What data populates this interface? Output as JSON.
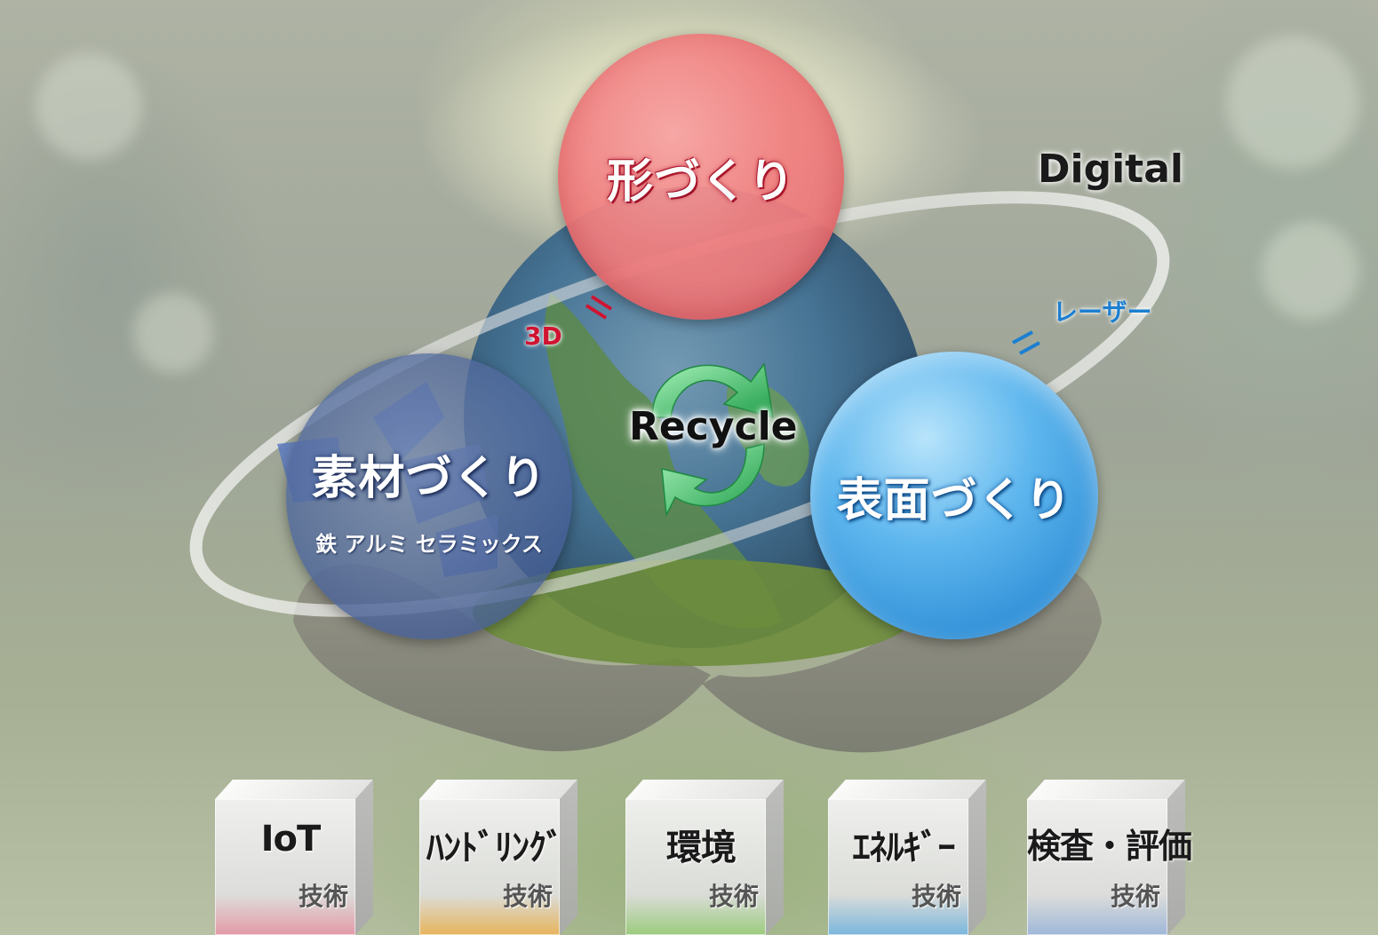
{
  "diagram": {
    "circles": {
      "top": {
        "title": "形づくり"
      },
      "left": {
        "title": "素材づくり",
        "subtitle": "鉄 アルミ セラミックス"
      },
      "right": {
        "title": "表面づくり"
      }
    },
    "orbit_labels": {
      "digital": "Digital",
      "three_d": "3D",
      "laser": "レーザー"
    },
    "center_label": "Recycle"
  },
  "technologies": [
    {
      "name": "IoT",
      "sub": "技術",
      "tint": "#e39aa7"
    },
    {
      "name": "ﾊﾝﾄﾞﾘﾝｸﾞ",
      "sub": "技術",
      "tint": "#e6b45b"
    },
    {
      "name": "環境",
      "sub": "技術",
      "tint": "#9ccb7d"
    },
    {
      "name": "ｴﾈﾙｷﾞｰ",
      "sub": "技術",
      "tint": "#7ab6dc"
    },
    {
      "name": "検査・評価",
      "sub": "技術",
      "tint": "#9fb7d8"
    }
  ],
  "colors": {
    "shape_circle": "#f08080",
    "material_circle": "#4a5f96",
    "surface_circle": "#3a9ae0",
    "recycle_arrow": "#2fb45a",
    "three_d_label": "#d01430",
    "laser_label": "#1c7fd0"
  }
}
